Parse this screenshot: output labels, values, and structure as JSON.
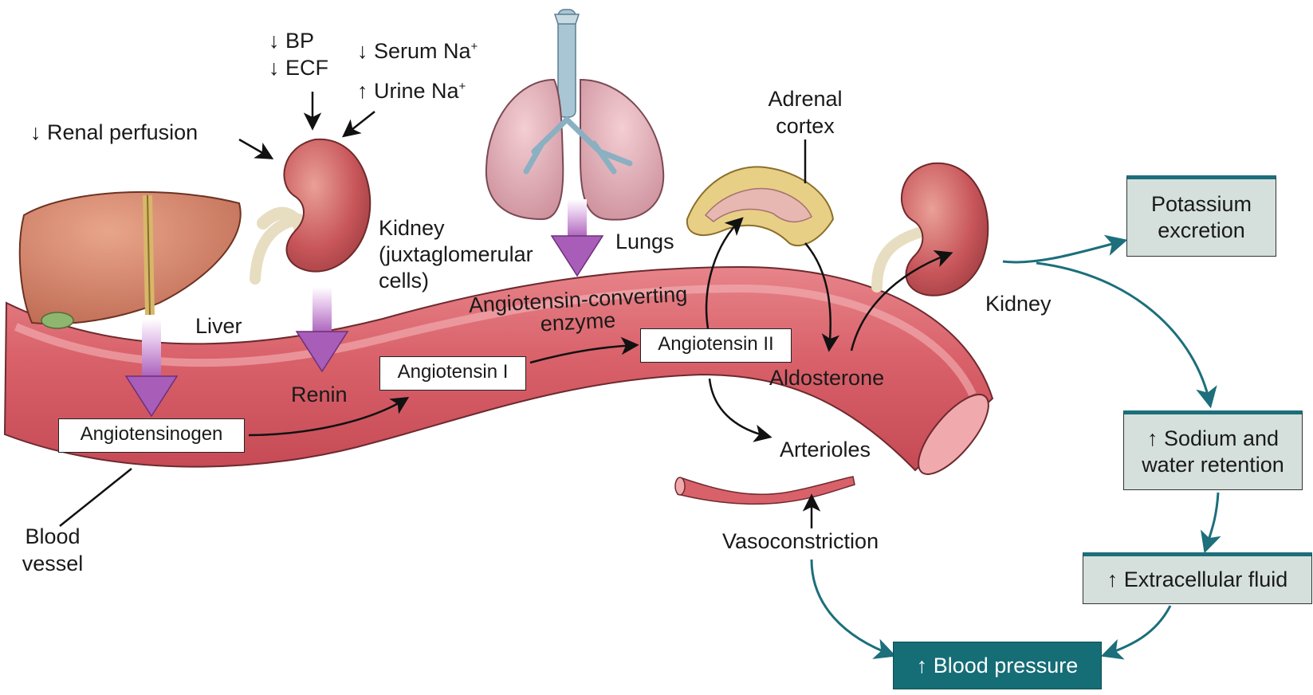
{
  "labels": {
    "bp": "↓ BP",
    "ecf": "↓ ECF",
    "serum_na": "↓ Serum Na",
    "urine_na": "↑ Urine Na",
    "na_charge": "+",
    "renal_perfusion": "↓ Renal perfusion",
    "kidney_jg_line1": "Kidney",
    "kidney_jg_line2": "(juxtaglomerular",
    "kidney_jg_line3": "cells)",
    "lungs": "Lungs",
    "adrenal_line1": "Adrenal",
    "adrenal_line2": "cortex",
    "kidney": "Kidney",
    "liver": "Liver",
    "renin": "Renin",
    "ace_line1": "Angiotensin-converting",
    "ace_line2": "enzyme",
    "aldosterone": "Aldosterone",
    "arterioles": "Arterioles",
    "vasoconstriction": "Vasoconstriction",
    "blood_vessel_line1": "Blood",
    "blood_vessel_line2": "vessel"
  },
  "boxes": {
    "angiotensinogen": "Angiotensinogen",
    "angiotensin_i": "Angiotensin I",
    "angiotensin_ii": "Angiotensin II"
  },
  "effects": {
    "potassium_line1": "Potassium",
    "potassium_line2": "excretion",
    "sodium_line1": "↑ Sodium and",
    "sodium_line2": "water retention",
    "ecf": "↑ Extracellular fluid",
    "blood_pressure": "↑ Blood pressure"
  },
  "colors": {
    "teal": "#1c6f7b",
    "box_fill": "#d5e0dc",
    "vessel": "#d9616a",
    "purple_arrow": "#a85db8"
  }
}
